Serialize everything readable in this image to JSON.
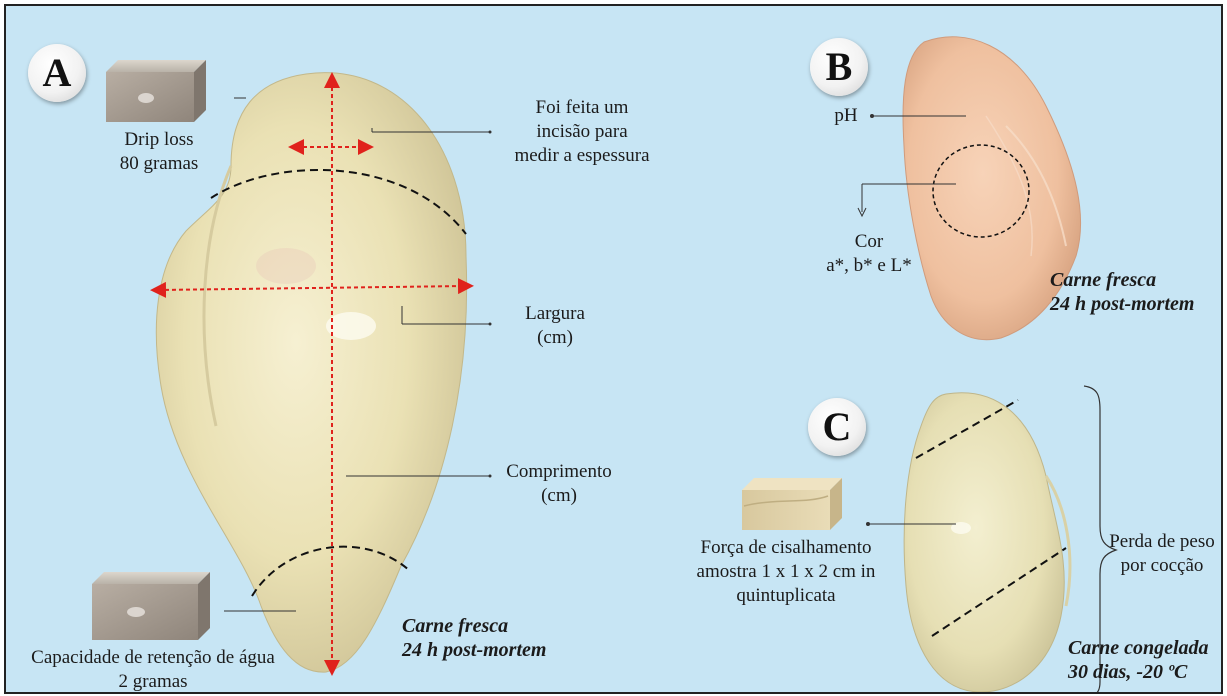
{
  "panels": {
    "a": {
      "letter": "A",
      "drip_loss": [
        "Drip loss",
        "80 gramas"
      ],
      "incision": [
        "Foi feita um",
        "incisão para",
        "medir a espessura"
      ],
      "largura": [
        "Largura",
        "(cm)"
      ],
      "comprimento": [
        "Comprimento",
        "(cm)"
      ],
      "retencao": [
        "Capacidade de retenção de água",
        "2 gramas"
      ],
      "caption": [
        "Carne fresca",
        "24 h post-mortem"
      ]
    },
    "b": {
      "letter": "B",
      "ph": "pH",
      "cor": [
        "Cor",
        "a*, b* e L*"
      ],
      "caption": [
        "Carne fresca",
        "24 h post-mortem"
      ]
    },
    "c": {
      "letter": "C",
      "forca": [
        "Força de cisalhamento",
        "amostra 1 x 1 x 2 cm in",
        "quintuplicata"
      ],
      "perda": [
        "Perda de peso",
        "por cocção"
      ],
      "caption": [
        "Carne congelada",
        "30 dias, -20 ºC"
      ]
    }
  },
  "colors": {
    "background": "#c7e5f4",
    "meat_fresh": "#ece3b8",
    "meat_cooked": "#f0c6a6",
    "measure_arrow": "#e0221c",
    "cut_line": "#111111"
  }
}
